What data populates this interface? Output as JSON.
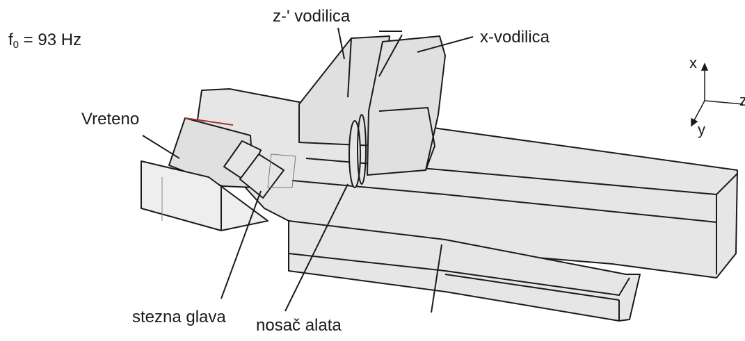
{
  "annotation": {
    "frequency_label": "f",
    "frequency_subscript": "0",
    "frequency_value": " = 93 Hz"
  },
  "labels": {
    "z_guide": "z-' vodilica",
    "x_guide": "x-vodilica",
    "spindle": "Vreteno",
    "chuck": "stezna glava",
    "tool_holder": "nosač alata"
  },
  "axes": {
    "x": "x",
    "y": "y",
    "z": "z"
  },
  "colors": {
    "line": "#1a1a1a",
    "fill": "#e6e6e6",
    "fill_dark": "#d9d9d9",
    "accent": "#b03030"
  }
}
